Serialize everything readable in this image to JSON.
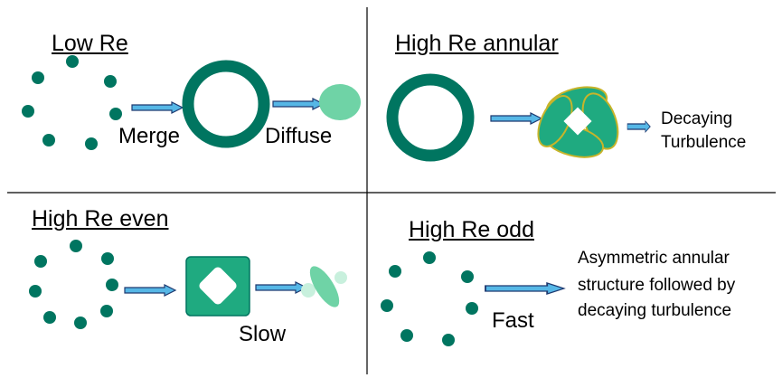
{
  "panels": {
    "low_re": {
      "title": "Low Re",
      "step1_label": "Merge",
      "step2_label": "Diffuse"
    },
    "high_re_annular": {
      "title": "High Re annular",
      "outcome_line1": "Decaying",
      "outcome_line2": "Turbulence"
    },
    "high_re_even": {
      "title": "High Re even",
      "speed_label": "Slow"
    },
    "high_re_odd": {
      "title": "High Re odd",
      "speed_label": "Fast",
      "outcome_line1": "Asymmetric annular",
      "outcome_line2": "structure followed by",
      "outcome_line3": "decaying turbulence"
    }
  },
  "colors": {
    "vortex_dark": "#007560",
    "vortex_medium": "#1faa80",
    "vortex_light": "#6fd3a6",
    "vortex_pale": "#c8f0dd",
    "arrow_fill": "#56b7e6",
    "arrow_edge": "#1f3a70",
    "turbulence_edge": "#c7b42a",
    "divider": "#000000"
  }
}
